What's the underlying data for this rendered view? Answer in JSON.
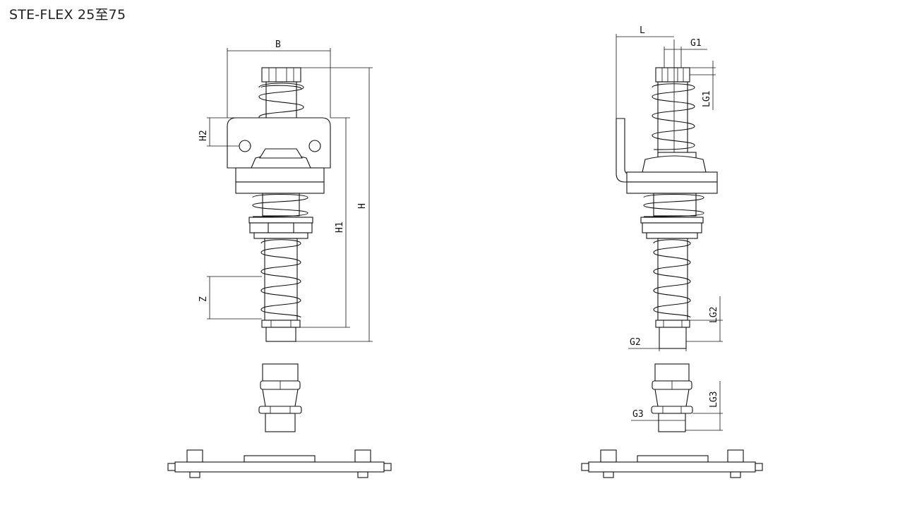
{
  "title": "STE-FLEX 25至75",
  "dimension_labels": {
    "B": "B",
    "H": "H",
    "H1": "H1",
    "H2": "H2",
    "Z": "Z",
    "L": "L",
    "G1": "G1",
    "LG1": "LG1",
    "G2": "G2",
    "LG2": "LG2",
    "G3": "G3",
    "LG3": "LG3"
  }
}
